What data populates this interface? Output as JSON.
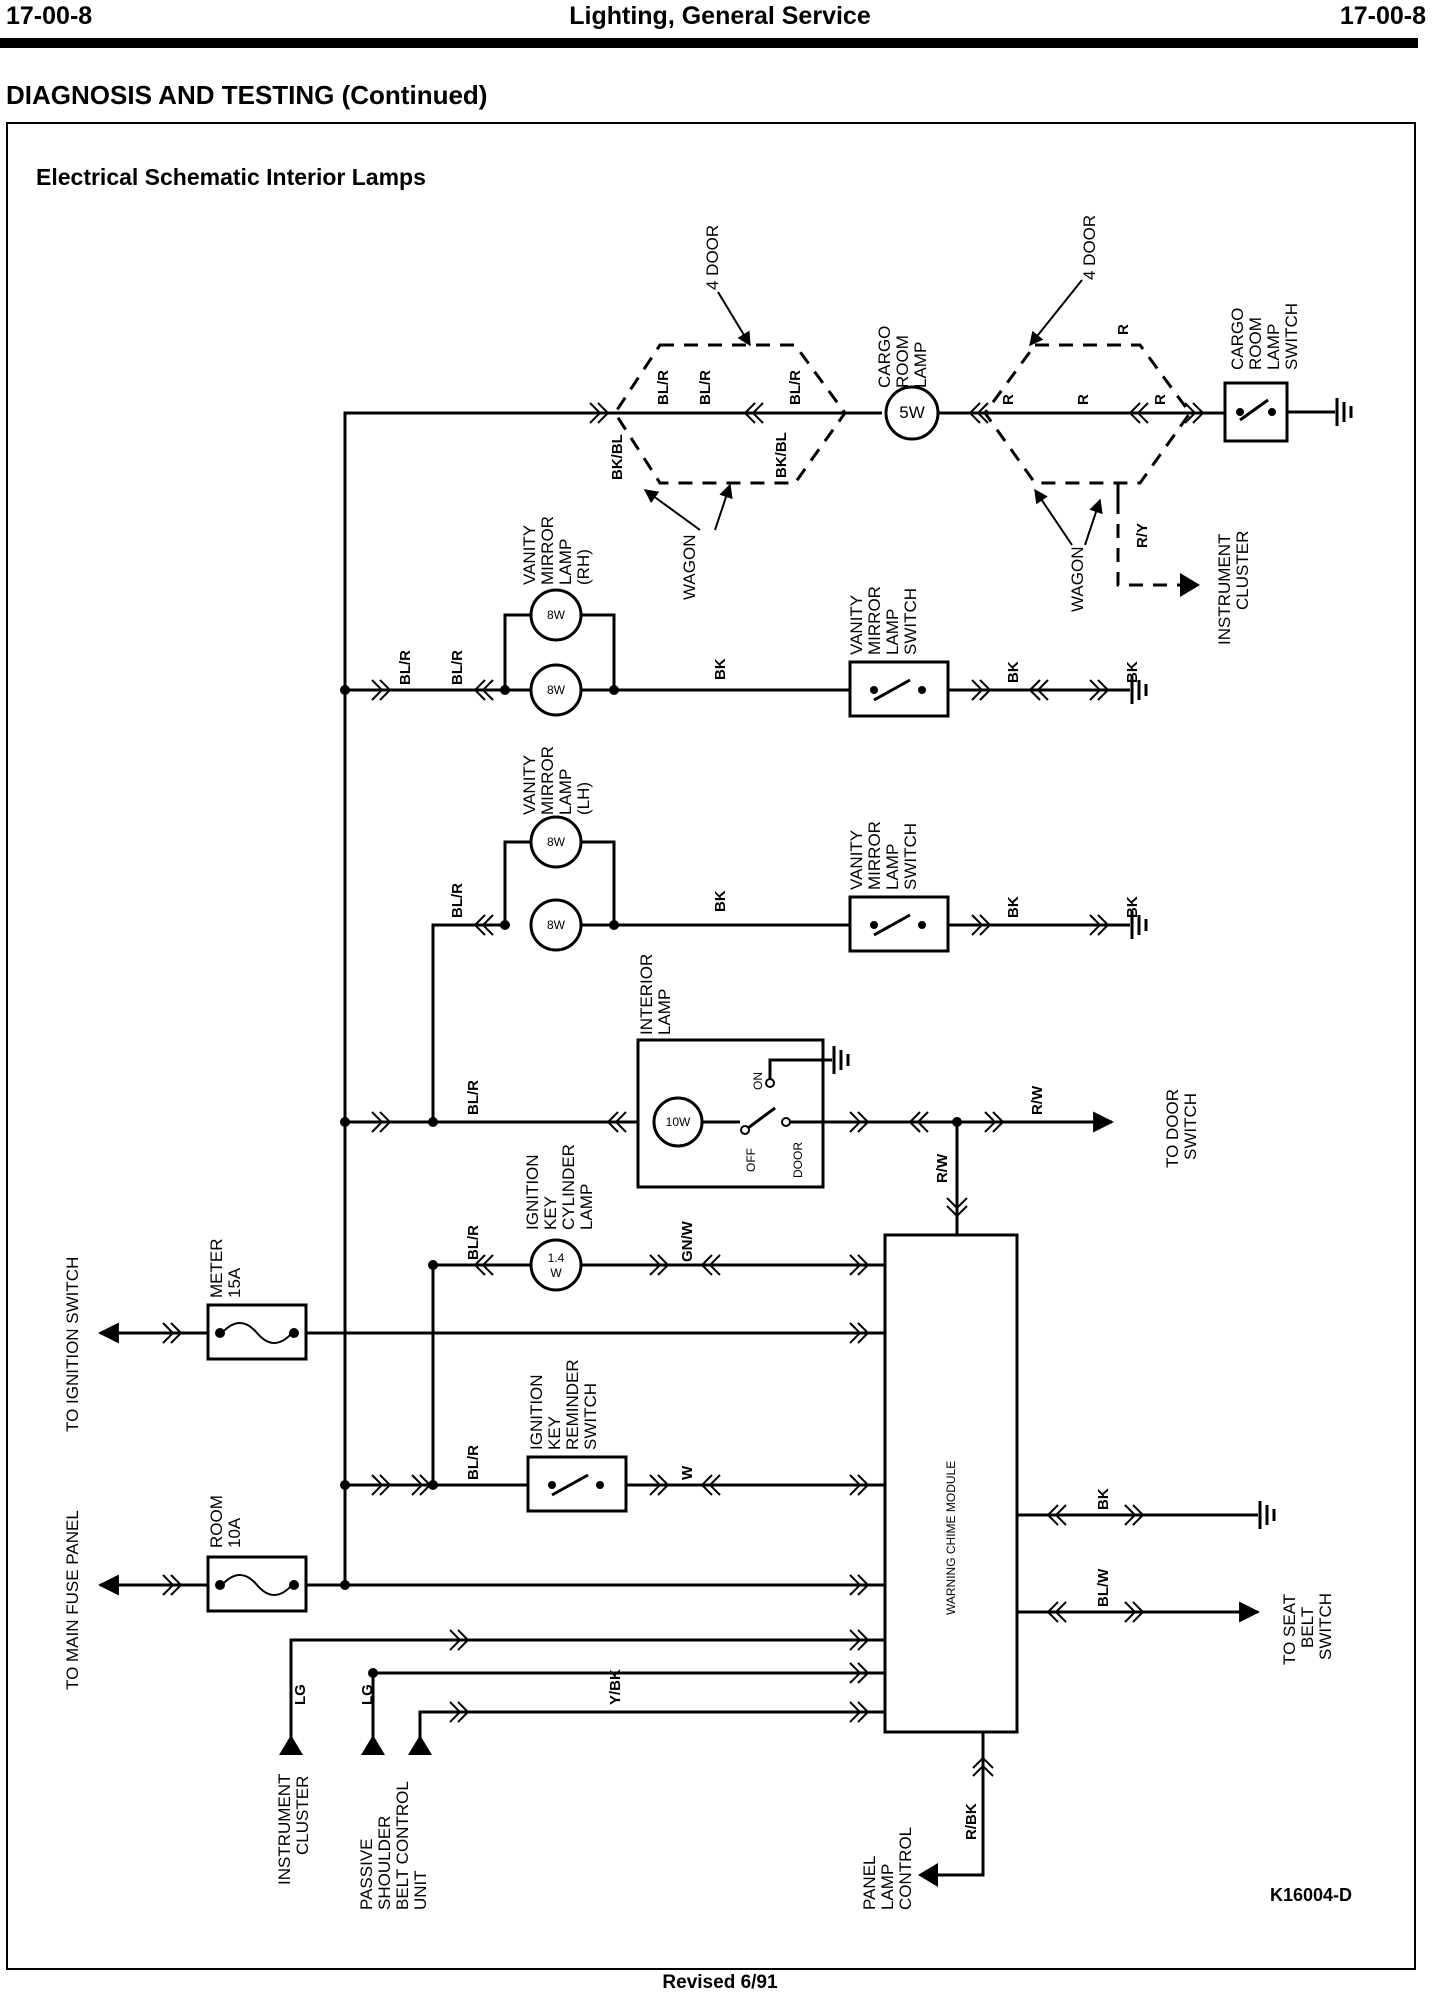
{
  "header": {
    "page_left": "17-00-8",
    "page_center": "Lighting, General Service",
    "page_right": "17-00-8"
  },
  "section_title": "DIAGNOSIS AND TESTING (Continued)",
  "figure": {
    "title": "Electrical Schematic Interior Lamps",
    "id": "K16004-D"
  },
  "footer": "Revised 6/91",
  "labels": {
    "four_door": "4 DOOR",
    "wagon": "WAGON",
    "cargo_room_lamp": [
      "CARGO",
      "ROOM",
      "LAMP"
    ],
    "cargo_room_lamp_switch": [
      "CARGO",
      "ROOM",
      "LAMP",
      "SWITCH"
    ],
    "instrument_cluster": [
      "INSTRUMENT",
      "CLUSTER"
    ],
    "vanity_mirror_lamp_rh": [
      "VANITY",
      "MIRROR",
      "LAMP",
      "(RH)"
    ],
    "vanity_mirror_lamp_lh": [
      "VANITY",
      "MIRROR",
      "LAMP",
      "(LH)"
    ],
    "vanity_mirror_lamp_switch": [
      "VANITY",
      "MIRROR",
      "LAMP",
      "SWITCH"
    ],
    "interior_lamp": [
      "INTERIOR",
      "LAMP"
    ],
    "switch_on": "ON",
    "switch_off": "OFF",
    "switch_door": "DOOR",
    "to_door_switch": [
      "TO DOOR",
      "SWITCH"
    ],
    "ignition_key_cylinder_lamp": [
      "IGNITION",
      "KEY",
      "CYLINDER",
      "LAMP"
    ],
    "meter_fuse": [
      "METER",
      "15A"
    ],
    "room_fuse": [
      "ROOM",
      "10A"
    ],
    "to_ignition_switch": "TO IGNITION SWITCH",
    "to_main_fuse_panel": "TO MAIN FUSE PANEL",
    "ignition_key_reminder_switch": [
      "IGNITION",
      "KEY",
      "REMINDER",
      "SWITCH"
    ],
    "warning_chime_module": "WARNING CHIME MODULE",
    "to_seat_belt_switch": [
      "TO SEAT",
      "BELT",
      "SWITCH"
    ],
    "passive_shoulder_belt": [
      "PASSIVE",
      "SHOULDER",
      "BELT CONTROL",
      "UNIT"
    ],
    "panel_lamp_control": [
      "PANEL",
      "LAMP",
      "CONTROL"
    ]
  },
  "bulbs": {
    "cargo": "5W",
    "vanity": "8W",
    "interior": "10W",
    "key_cylinder": [
      "1.4",
      "W"
    ]
  },
  "wires": {
    "bl_r": "BL/R",
    "bk_bl": "BK/BL",
    "r": "R",
    "r_y": "R/Y",
    "bk": "BK",
    "r_w": "R/W",
    "gn_w": "GN/W",
    "w": "W",
    "bl_w": "BL/W",
    "lg": "LG",
    "y_bk": "Y/BK",
    "r_bk": "R/BK"
  }
}
